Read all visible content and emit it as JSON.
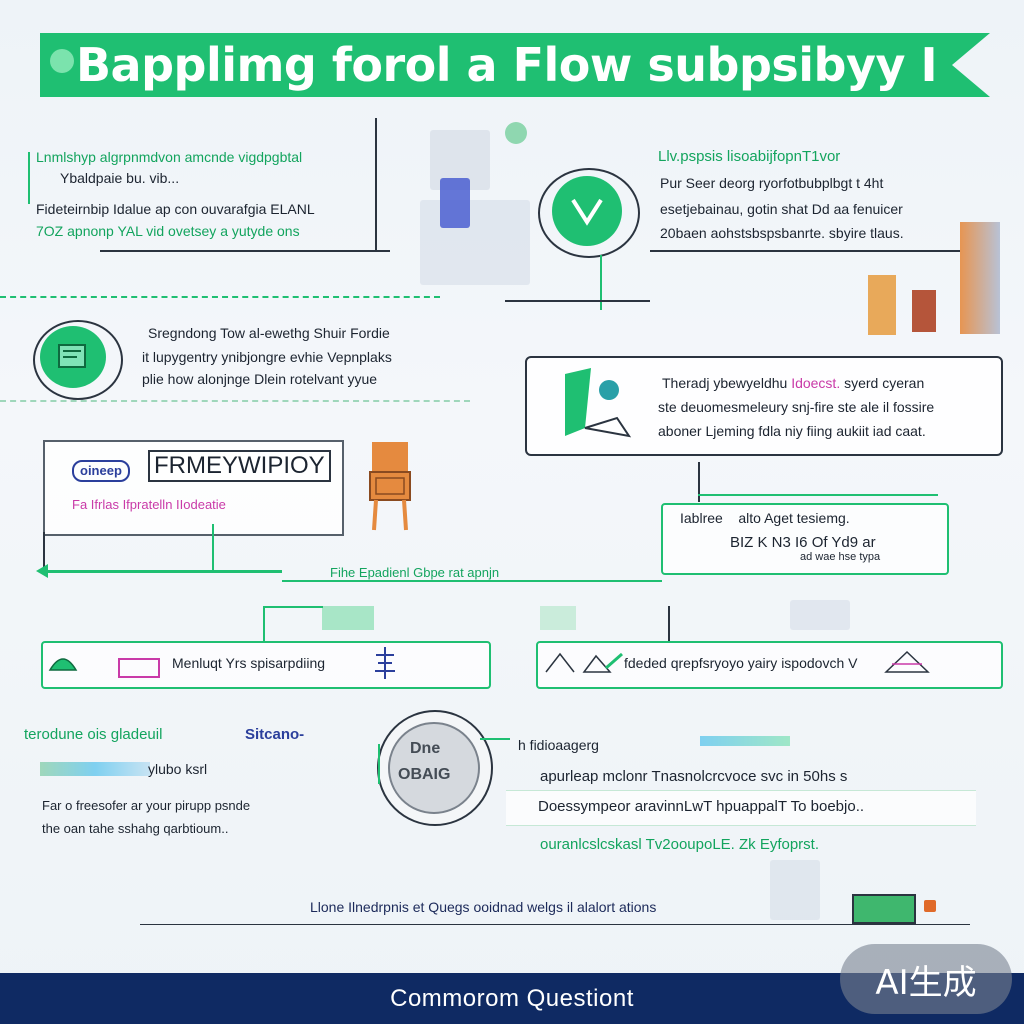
{
  "banner": {
    "title": "Bapplimg forol a Flow subpsibyy I"
  },
  "left_top": {
    "line1": "Lnmlshyp algrpnmdvon amcnde vigdpgbtal",
    "line2": "Ybaldpaie  bu.  vib...",
    "line3": "Fideteirnbip  Idalue  ap con ouvarafgia  ELANL",
    "line4": "7OZ apnonp  YAL  vid ovetsey a yutyde ons"
  },
  "right_top": {
    "heading": "Llv.pspsis lisoabijfopnT1vor",
    "line1": "Pur Seer deorg ryorfotbubplbgt t 4ht",
    "line2": "esetjebainau, gotin shat  Dd aa fenuicer",
    "line3": "20baen aohstsbspsbanrte. sbyire tlaus."
  },
  "step_left": {
    "line1": "Sregndong Tow al-ewethg  Shuir  Fordie",
    "line2": "it lupygentry ynibjongre evhie Vepnplaks",
    "line3": "plie how alonjnge Dlein rotelvant yyue"
  },
  "step_right": {
    "line1a": "Theradj ybewyeldhu",
    "line1b": "Idoecst.",
    "line1c": "syerd cyeran",
    "line2": "ste deuomesmeleury snj-fire ste ale il fossire",
    "line3": "aboner Ljeming fdla niy fiing aukiit iad caat."
  },
  "frame_left": {
    "logo": "oineep",
    "title": "FRMEYWIPIOY",
    "caption": "Fa  Ifrlas  Ifpratelln  IIodeatie"
  },
  "frame_right": {
    "line1a": "Iablree",
    "line1b": "alto Aget tesiemg.",
    "line2": "BIZ  K  N3  I6  Of Yd9 ar",
    "line3": "ad  wae hse  typa"
  },
  "arrow_label": "Fihe Epadienl Gbpe rat apnjn",
  "mid_left_bar": {
    "label": "Menluqt  Yrs  spisarpdiing"
  },
  "mid_right_bar": {
    "label": "fdeded qrepfsryoyo yairy ispodovch V"
  },
  "bottom_left": {
    "heading_a": "terodune ois gladeuil",
    "heading_b": "Sitcano-",
    "sub": "ylubo ksrl",
    "line1": "Far o freesofer ar your pirupp psnde",
    "line2": "the oan tahe sshahg qarbtioum.."
  },
  "bottom_right": {
    "heading": "h fidioaagerg",
    "line1": "apurleap mclonr  Tnasnolcrcvoce svc in 50hs s",
    "line2": "Doessympeor aravinnLwT hpuappalT To boebjo..",
    "line3": "ouranlcslcskasl  Tv2ooupoLE. Zk Eyfoprst."
  },
  "coin_text": {
    "a": "Dne",
    "b": "OBAIG"
  },
  "bottom_caption": "Llone Ilnedrpnis et Quegs ooidnad welgs il alalort ations",
  "footer": {
    "title": "Commorom Questiont"
  },
  "badge": {
    "text": "AI生成"
  },
  "colors": {
    "accent": "#1fbf72",
    "navy": "#0f2a63",
    "dark": "#2b3440",
    "magenta": "#c93aa8"
  },
  "icons": [
    "checkmark-circle-icon",
    "document-icon",
    "chat-bubble-icon",
    "chair-icon",
    "coin-icon",
    "monitor-icon"
  ]
}
